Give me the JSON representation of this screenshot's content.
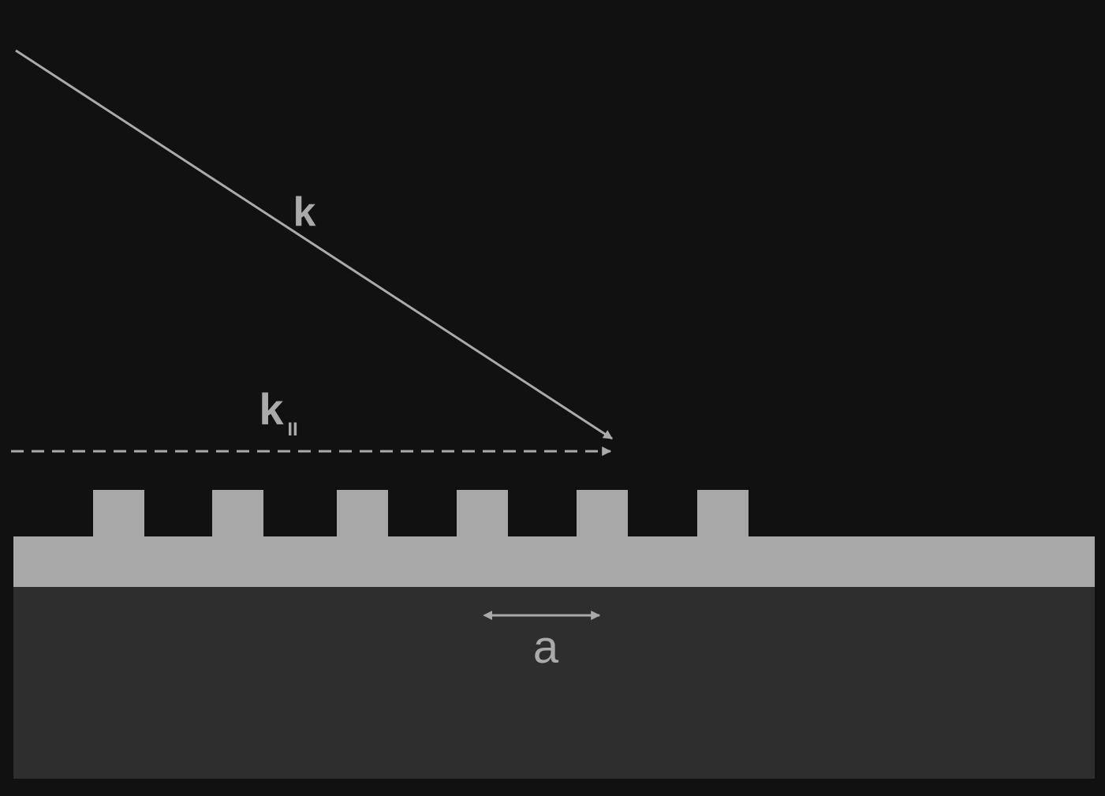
{
  "labels": {
    "wavevector": "k",
    "parallel_base": "k",
    "parallel_subscript": "II",
    "period": "a"
  },
  "grating": {
    "ridge_count": 6
  },
  "colors": {
    "background": "#111111",
    "line": "#aaaaaa",
    "grating": "#a8a8a8",
    "substrate": "#2e2e2e"
  }
}
